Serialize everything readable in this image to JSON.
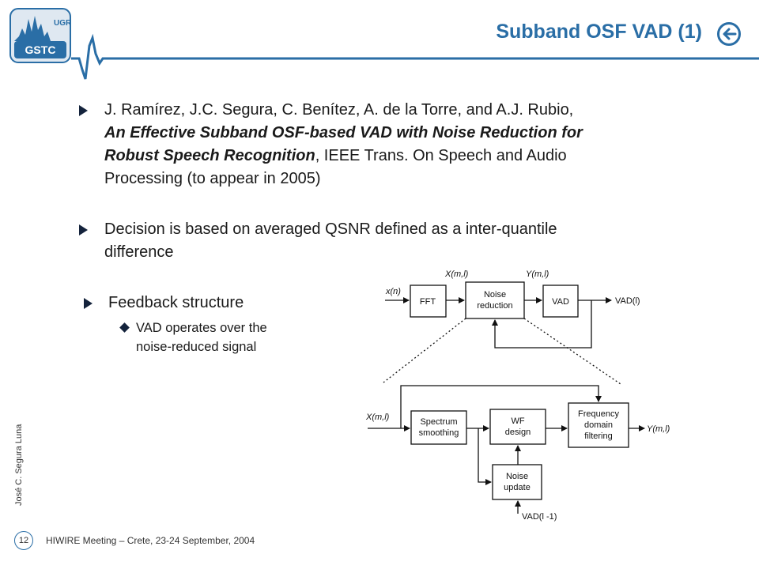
{
  "logo": {
    "top_text": "UGR",
    "bottom_text": "GSTC"
  },
  "slide": {
    "title": "Subband OSF VAD (1)"
  },
  "bullets": {
    "ref_line1": "J. Ramírez, J.C. Segura, C. Benítez, A. de la Torre, and A.J. Rubio,",
    "ref_title_line1": "An Effective Subband OSF-based VAD with Noise Reduction for",
    "ref_title_line2": "Robust Speech Recognition",
    "ref_tail_line2": ", IEEE Trans. On  Speech and Audio",
    "ref_line4": "Processing (to appear in 2005)",
    "decision_line1": "Decision is based on averaged QSNR defined as a inter-quantile",
    "decision_line2": "difference",
    "feedback": "Feedback structure",
    "vad_line1": "VAD operates over the",
    "vad_line2": "noise-reduced signal"
  },
  "diagram": {
    "top": {
      "input": "x(n)",
      "fft": "FFT",
      "noise1": "Noise",
      "noise2": "reduction",
      "vad": "VAD",
      "sig_X": "X(m,l)",
      "sig_Y": "Y(m,l)",
      "output": "VAD(l)"
    },
    "bottom": {
      "input": "X(m,l)",
      "spec1": "Spectrum",
      "spec2": "smoothing",
      "wf1": "WF",
      "wf2": "design",
      "freq1": "Frequency",
      "freq2": "domain",
      "freq3": "filtering",
      "output": "Y(m,l)",
      "nu1": "Noise",
      "nu2": "update",
      "vad_prev": "VAD(l -1)"
    }
  },
  "footer": {
    "author": "José C. Segura Luna",
    "page": "12",
    "meeting": "HIWIRE  Meeting – Crete, 23-24  September, 2004"
  },
  "colors": {
    "accent": "#2a6ea6",
    "bullet": "#14233c"
  },
  "icons": {
    "back": "back-arrow-icon",
    "bullet": "triangle-bullet-icon",
    "sub_bullet": "diamond-bullet-icon"
  }
}
